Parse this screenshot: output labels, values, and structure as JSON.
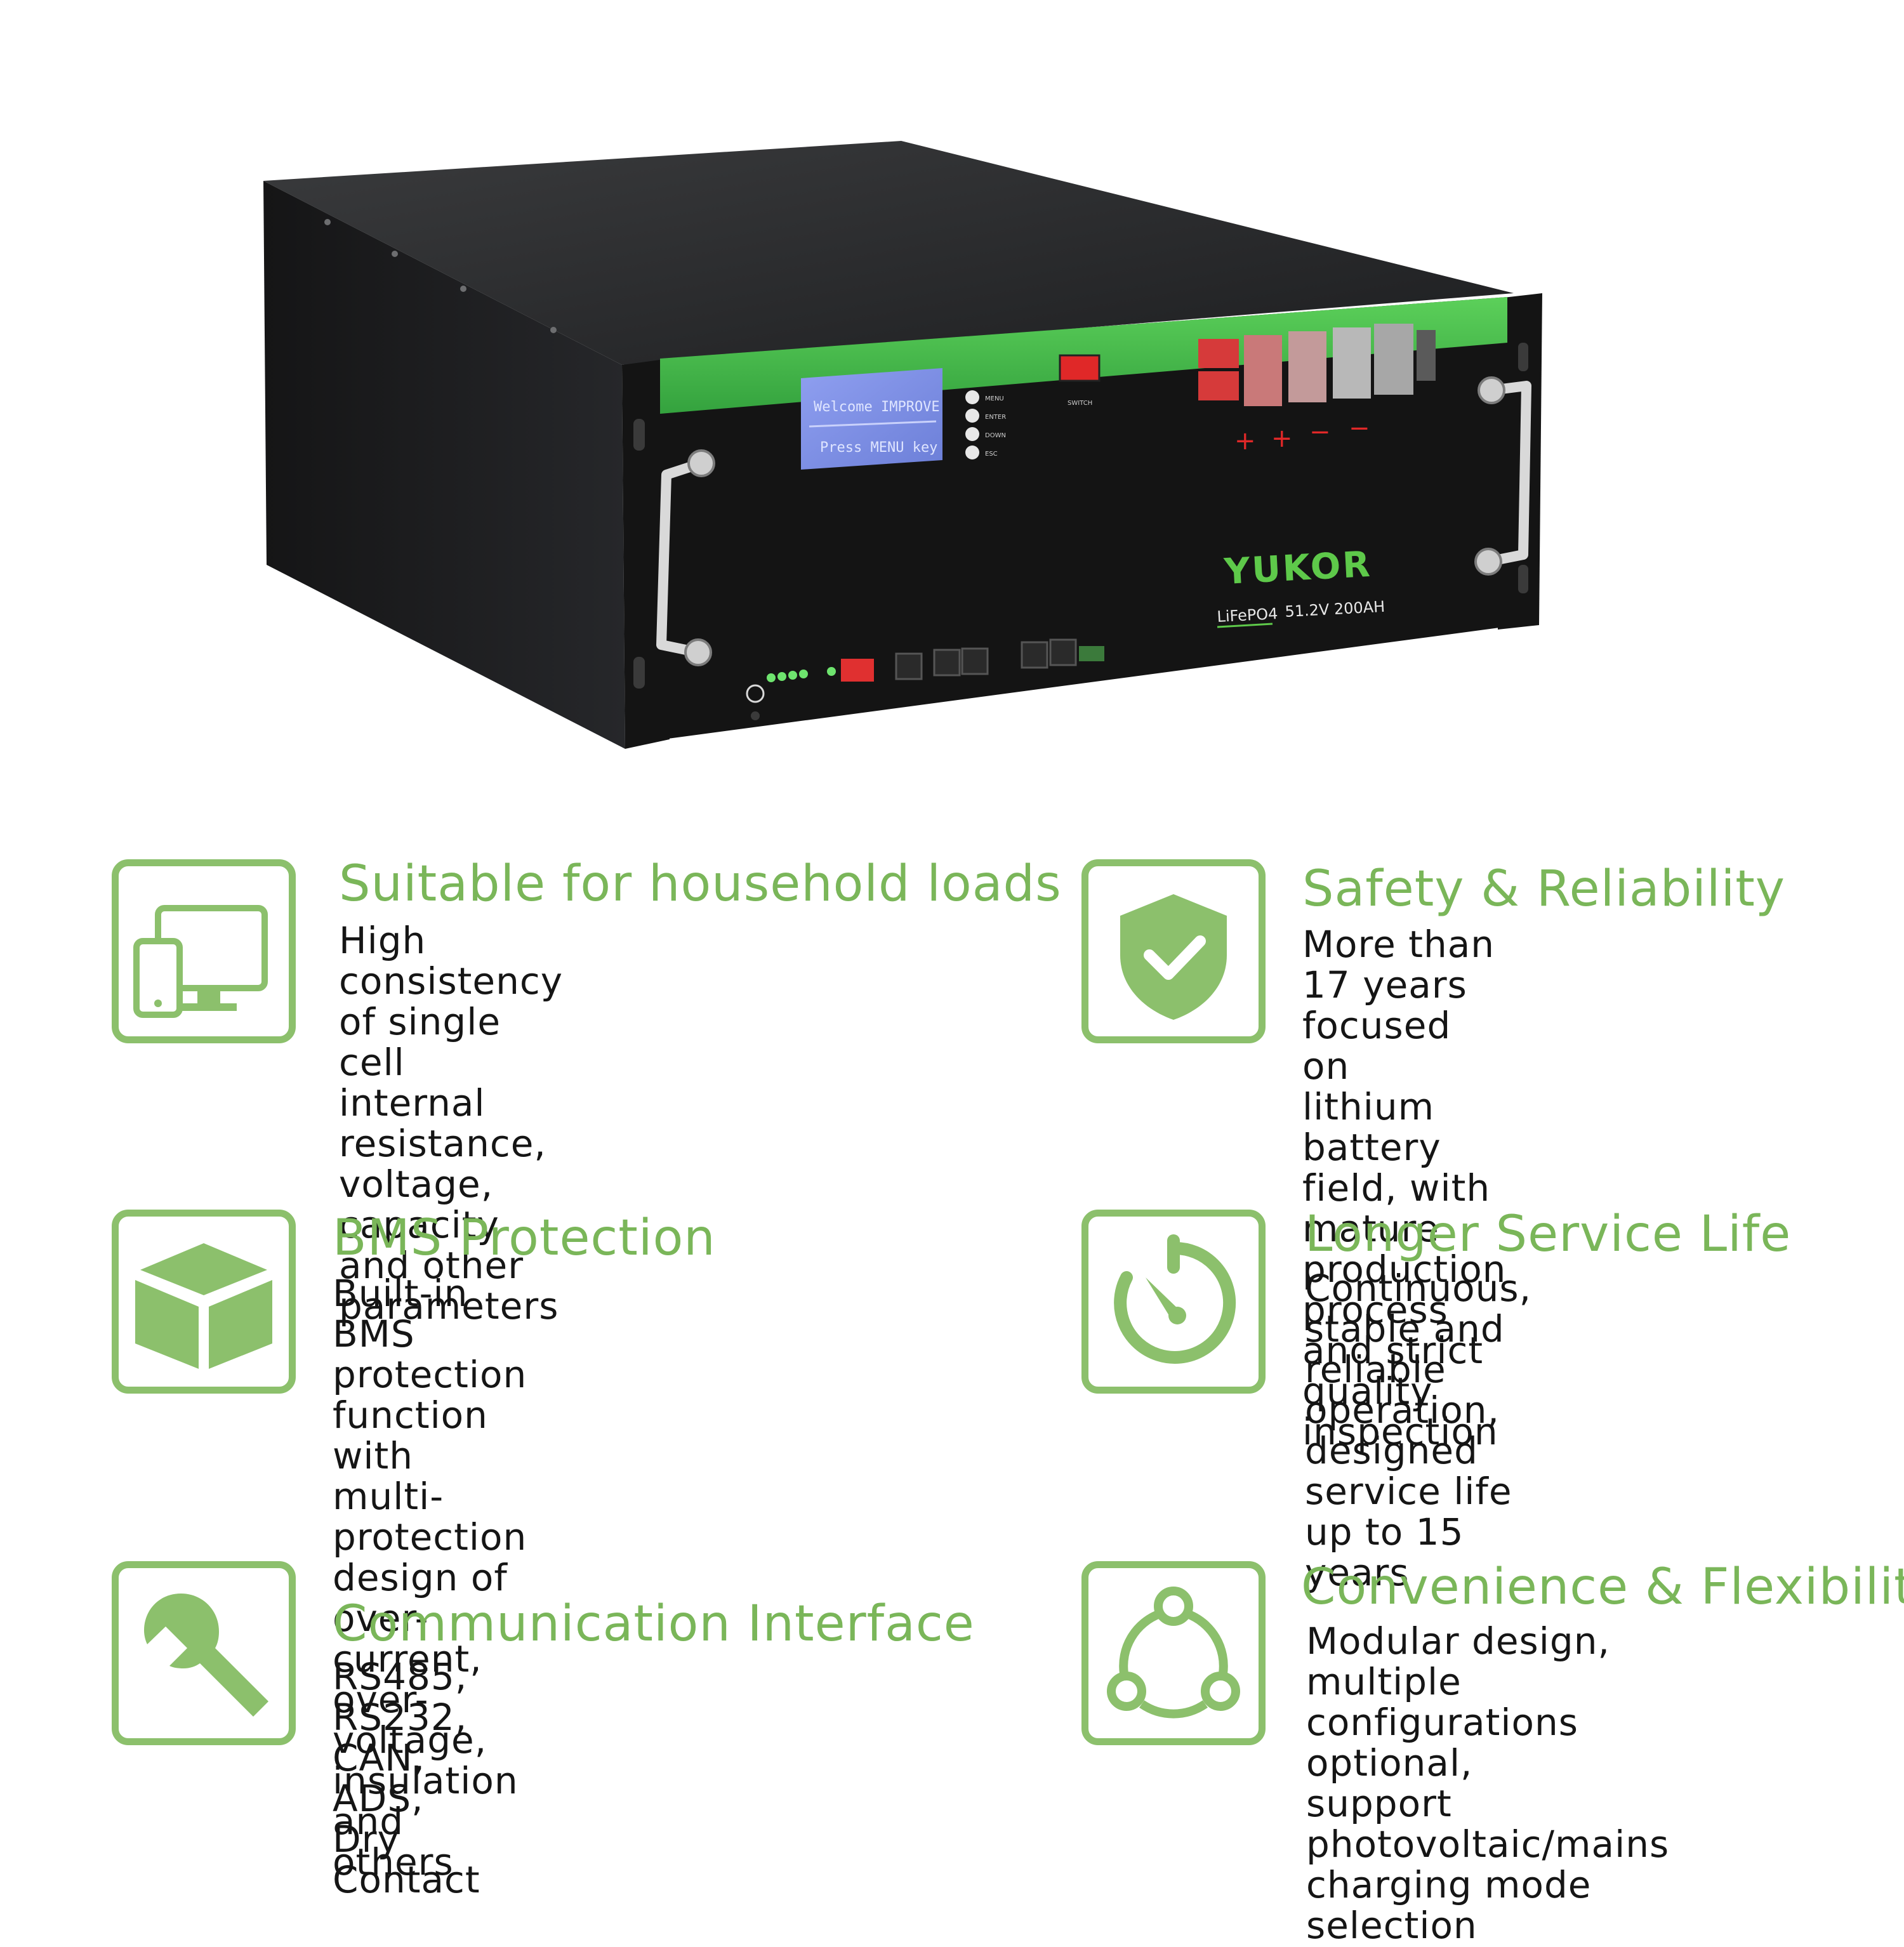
{
  "product": {
    "brand": "YUKOR",
    "chemistry": "LiFePO4",
    "rating": "51.2V 200AH",
    "lcd_line1": "Welcome IMPROVE",
    "lcd_line2": "Press MENU key",
    "buttons": [
      "MENU",
      "ENTER",
      "DOWN",
      "ESC"
    ],
    "switch_label": "SWITCH",
    "terminal_signs": [
      "+",
      "+",
      "−",
      "−"
    ]
  },
  "accent_color": "#7ab659",
  "features": [
    {
      "icon": "devices-icon",
      "title": "Suitable for household loads",
      "desc": "High consistency of single cell\ninternal resistance, voltage,\ncapacity and other parameters"
    },
    {
      "icon": "shield-check-icon",
      "title": "Safety & Reliability",
      "desc": "More than 17 years focused on\nlithium battery field, with mature\nproduction process and strict\nquality inspection"
    },
    {
      "icon": "cube-icon",
      "title": "BMS Protection",
      "desc": "Built-in BMS protection function\nwith multi-protection design of\nover-current, over-voltage,\ninsulation and others"
    },
    {
      "icon": "timer-icon",
      "title": "Longer Service Life",
      "desc": "Continuous, stable and\nreliable operation, designed\nservice life up to 15 years"
    },
    {
      "icon": "wrench-icon",
      "title": "Communication Interface",
      "desc": "RS485, RS232, CAN, ADS, Dry Contact"
    },
    {
      "icon": "share-cycle-icon",
      "title": "Convenience & Flexibility",
      "desc": "Modular design, multiple\nconfigurations optional,\nsupport photovoltaic/mains\ncharging mode selection"
    }
  ]
}
